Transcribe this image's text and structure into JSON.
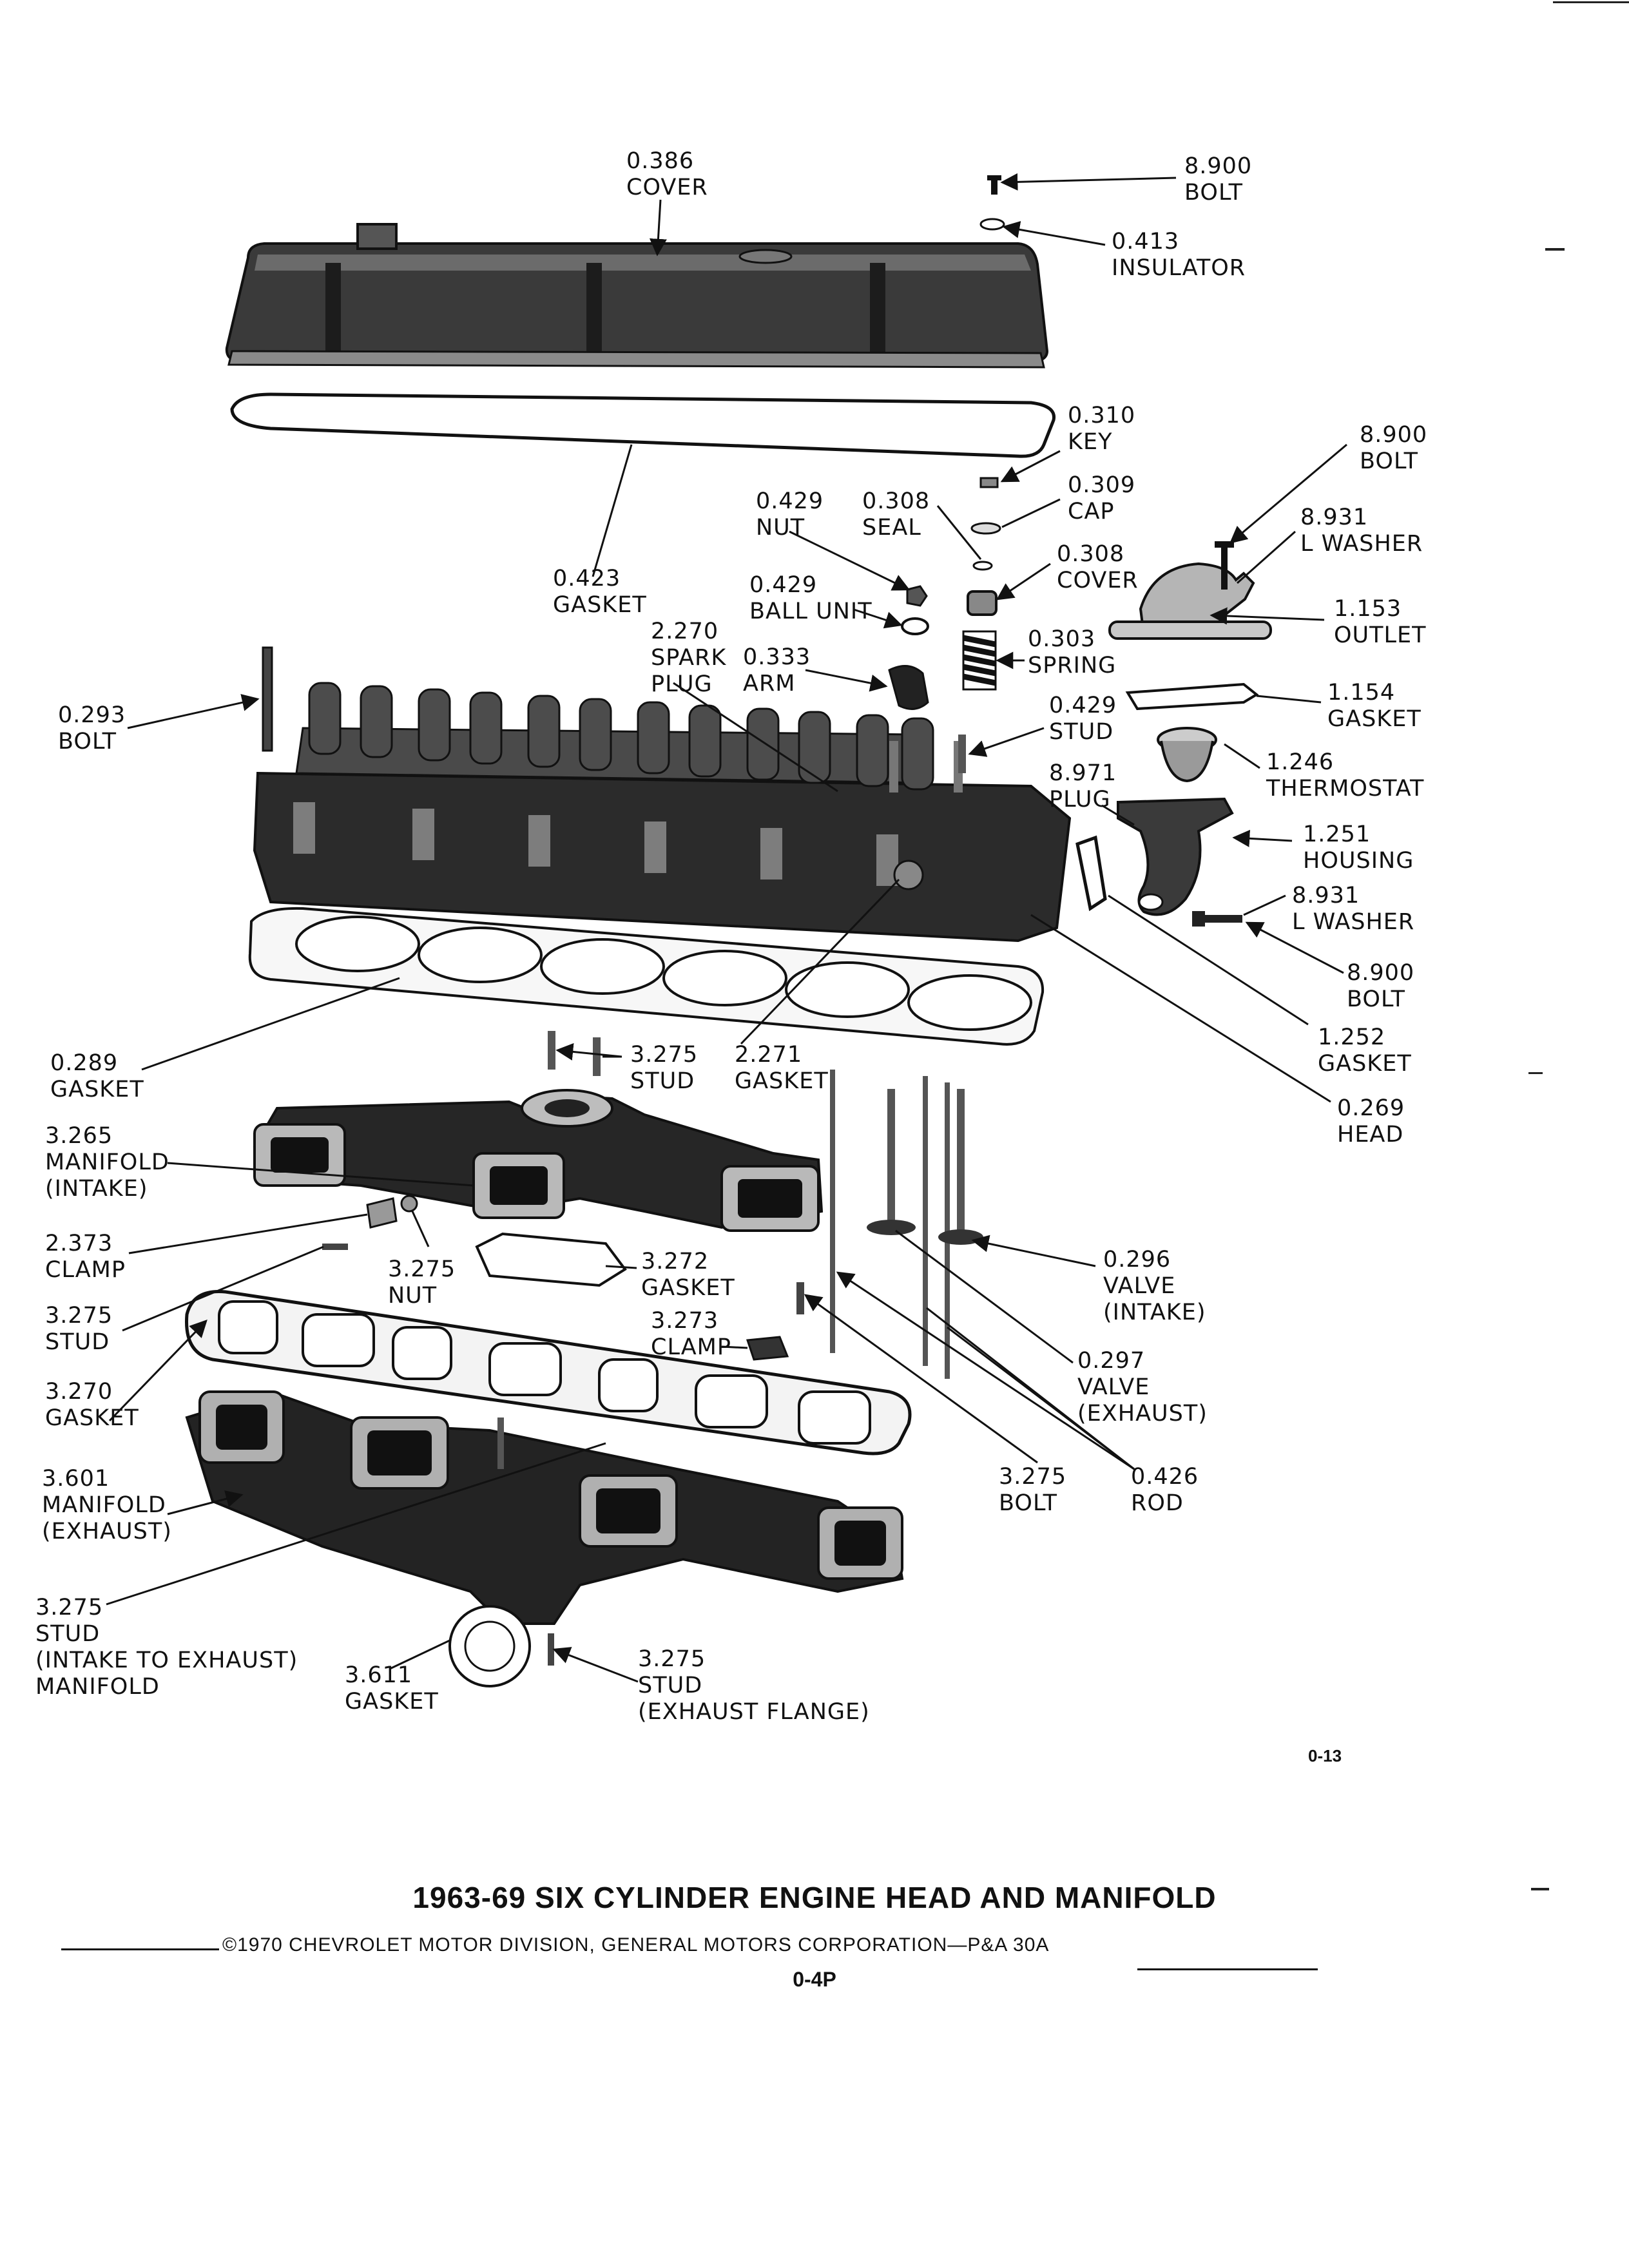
{
  "title": "1963-69 SIX CYLINDER ENGINE HEAD AND MANIFOLD",
  "copyright": "©1970 CHEVROLET MOTOR DIVISION, GENERAL MOTORS CORPORATION—P&A 30A",
  "page_number": "0-4P",
  "figure_code": "0-13",
  "callouts": [
    {
      "id": "cover-0386",
      "number": "0.386",
      "name": "COVER"
    },
    {
      "id": "bolt-8900-a",
      "number": "8.900",
      "name": "BOLT"
    },
    {
      "id": "insulator-0413",
      "number": "0.413",
      "name": "INSULATOR"
    },
    {
      "id": "key-0310",
      "number": "0.310",
      "name": "KEY"
    },
    {
      "id": "cap-0309",
      "number": "0.309",
      "name": "CAP"
    },
    {
      "id": "nut-0429",
      "number": "0.429",
      "name": "NUT"
    },
    {
      "id": "seal-0308",
      "number": "0.308",
      "name": "SEAL"
    },
    {
      "id": "cover-0308",
      "number": "0.308",
      "name": "COVER"
    },
    {
      "id": "bolt-8900-b",
      "number": "8.900",
      "name": "BOLT"
    },
    {
      "id": "lwasher-8931-a",
      "number": "8.931",
      "name": "L WASHER"
    },
    {
      "id": "gasket-0423",
      "number": "0.423",
      "name": "GASKET"
    },
    {
      "id": "ballunit-0429",
      "number": "0.429",
      "name": "BALL UNIT"
    },
    {
      "id": "outlet-1153",
      "number": "1.153",
      "name": "OUTLET"
    },
    {
      "id": "sparkplug-2270",
      "number": "2.270",
      "name": "SPARK",
      "name2": "PLUG"
    },
    {
      "id": "arm-0333",
      "number": "0.333",
      "name": "ARM"
    },
    {
      "id": "spring-0303",
      "number": "0.303",
      "name": "SPRING"
    },
    {
      "id": "gasket-1154",
      "number": "1.154",
      "name": "GASKET"
    },
    {
      "id": "bolt-0293",
      "number": "0.293",
      "name": "BOLT"
    },
    {
      "id": "stud-0429",
      "number": "0.429",
      "name": "STUD"
    },
    {
      "id": "thermostat-1246",
      "number": "1.246",
      "name": "THERMOSTAT"
    },
    {
      "id": "plug-8971",
      "number": "8.971",
      "name": "PLUG"
    },
    {
      "id": "housing-1251",
      "number": "1.251",
      "name": "HOUSING"
    },
    {
      "id": "lwasher-8931-b",
      "number": "8.931",
      "name": "L WASHER"
    },
    {
      "id": "bolt-8900-c",
      "number": "8.900",
      "name": "BOLT"
    },
    {
      "id": "gasket-1252",
      "number": "1.252",
      "name": "GASKET"
    },
    {
      "id": "gasket-0289",
      "number": "0.289",
      "name": "GASKET"
    },
    {
      "id": "stud-3275-a",
      "number": "3.275",
      "name": "STUD"
    },
    {
      "id": "gasket-2271",
      "number": "2.271",
      "name": "GASKET"
    },
    {
      "id": "head-0269",
      "number": "0.269",
      "name": "HEAD"
    },
    {
      "id": "manifold-3265",
      "number": "3.265",
      "name": "MANIFOLD",
      "name2": "(INTAKE)"
    },
    {
      "id": "clamp-2373",
      "number": "2.373",
      "name": "CLAMP"
    },
    {
      "id": "nut-3275",
      "number": "3.275",
      "name": "NUT"
    },
    {
      "id": "gasket-3272",
      "number": "3.272",
      "name": "GASKET"
    },
    {
      "id": "valve-0296",
      "number": "0.296",
      "name": "VALVE",
      "name2": "(INTAKE)"
    },
    {
      "id": "stud-3275-b",
      "number": "3.275",
      "name": "STUD"
    },
    {
      "id": "clamp-3273",
      "number": "3.273",
      "name": "CLAMP"
    },
    {
      "id": "valve-0297",
      "number": "0.297",
      "name": "VALVE",
      "name2": "(EXHAUST)"
    },
    {
      "id": "gasket-3270",
      "number": "3.270",
      "name": "GASKET"
    },
    {
      "id": "manifold-3601",
      "number": "3.601",
      "name": "MANIFOLD",
      "name2": "(EXHAUST)"
    },
    {
      "id": "bolt-3275",
      "number": "3.275",
      "name": "BOLT"
    },
    {
      "id": "rod-0426",
      "number": "0.426",
      "name": "ROD"
    },
    {
      "id": "stud-3275-c",
      "number": "3.275",
      "name": "STUD",
      "name2": "(INTAKE TO EXHAUST)",
      "name3": "MANIFOLD"
    },
    {
      "id": "gasket-3611",
      "number": "3.611",
      "name": "GASKET"
    },
    {
      "id": "stud-3275-d",
      "number": "3.275",
      "name": "STUD",
      "name2": "(EXHAUST FLANGE)"
    }
  ]
}
